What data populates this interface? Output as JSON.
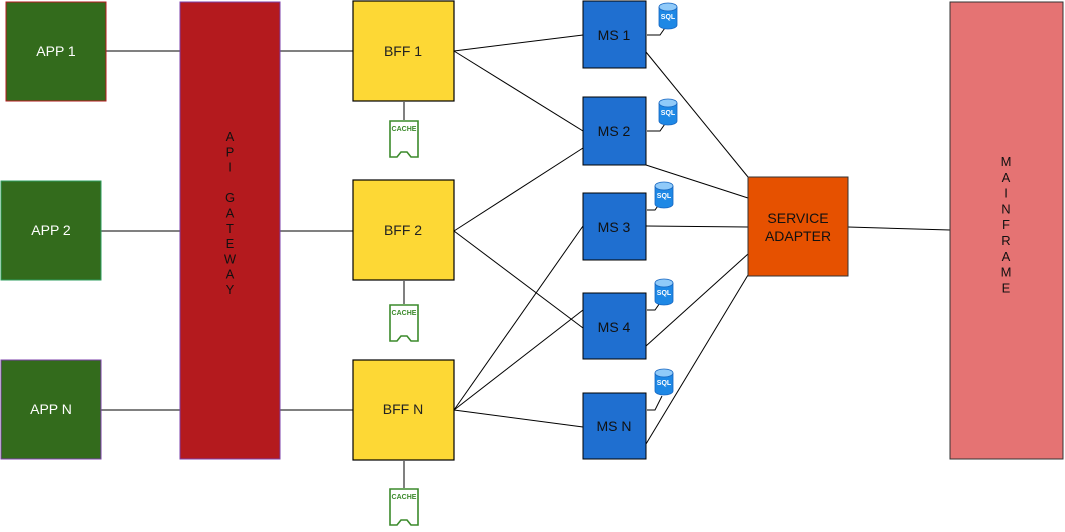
{
  "diagram": {
    "apps": [
      {
        "id": "app1",
        "label": "APP 1"
      },
      {
        "id": "app2",
        "label": "APP 2"
      },
      {
        "id": "appn",
        "label": "APP N"
      }
    ],
    "gateway": {
      "label": "API GATEWAY"
    },
    "bffs": [
      {
        "id": "bff1",
        "label": "BFF 1"
      },
      {
        "id": "bff2",
        "label": "BFF 2"
      },
      {
        "id": "bffn",
        "label": "BFF N"
      }
    ],
    "cache": {
      "label": "CACHE"
    },
    "services": [
      {
        "id": "ms1",
        "label": "MS 1"
      },
      {
        "id": "ms2",
        "label": "MS 2"
      },
      {
        "id": "ms3",
        "label": "MS 3"
      },
      {
        "id": "ms4",
        "label": "MS 4"
      },
      {
        "id": "msn",
        "label": "MS N"
      }
    ],
    "sql": {
      "label": "SQL"
    },
    "adapter": {
      "line1": "SERVICE",
      "line2": "ADAPTER"
    },
    "mainframe": {
      "label": "MAINFRAME"
    },
    "colors": {
      "app_fill": "#336b1c",
      "gateway_fill": "#b41a1e",
      "bff_fill": "#fdd835",
      "ms_fill": "#1f6fd0",
      "adapter_fill": "#e65100",
      "mainframe_fill": "#e57373",
      "cache_stroke": "#3b8a2b",
      "sql_fill": "#1e88e5"
    }
  }
}
